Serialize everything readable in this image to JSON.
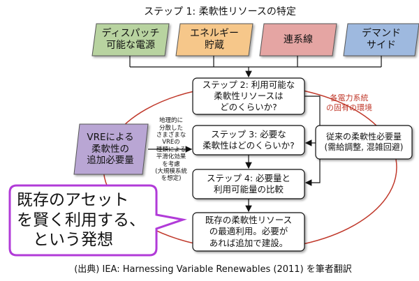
{
  "title": "ステップ 1: 柔軟性リソースの特定",
  "sources": [
    {
      "label": "ディスパッチ\n可能な電源",
      "color": "#b8d3a0"
    },
    {
      "label": "エネルギー\n貯蔵",
      "color": "#f6c78a"
    },
    {
      "label": "連系線",
      "color": "#e5a5a3"
    },
    {
      "label": "デマンド\nサイド",
      "color": "#9eb9df"
    }
  ],
  "steps": [
    {
      "label": "ステップ 2: 利用可能な\n柔軟性リソースは\nどのくらいか?"
    },
    {
      "label": "ステップ 3: 必要な\n柔軟性はどのくらいか?"
    },
    {
      "label": "ステップ 4: 必要量と\n利用可能量の比較"
    },
    {
      "label": "既存の柔軟性リソース\nの最適利用。必要が\nあれば追加で建設。"
    }
  ],
  "vre_box": {
    "label": "VREによる\n柔軟性の\n追加必要量",
    "color": "#b9a6d4"
  },
  "vre_note": "地理的に\n分散した\nさまざまな\nVREの\n種類による\n平滑化効果\nを考慮\n(大規模系統\nを想定)",
  "conventional_box": {
    "label": "従来の柔軟性必要量\n(需給調整, 混雑回避)"
  },
  "inherent_env": {
    "label": "各電力系統\nの固有の環境",
    "color": "#c0392b"
  },
  "callout": {
    "text": "既存のアセット\nを賢く利用する、\n　という発想",
    "border_color": "#b13bd8"
  },
  "citation": "(出典) IEA: Harnessing Variable Renewables (2011) を筆者翻訳"
}
